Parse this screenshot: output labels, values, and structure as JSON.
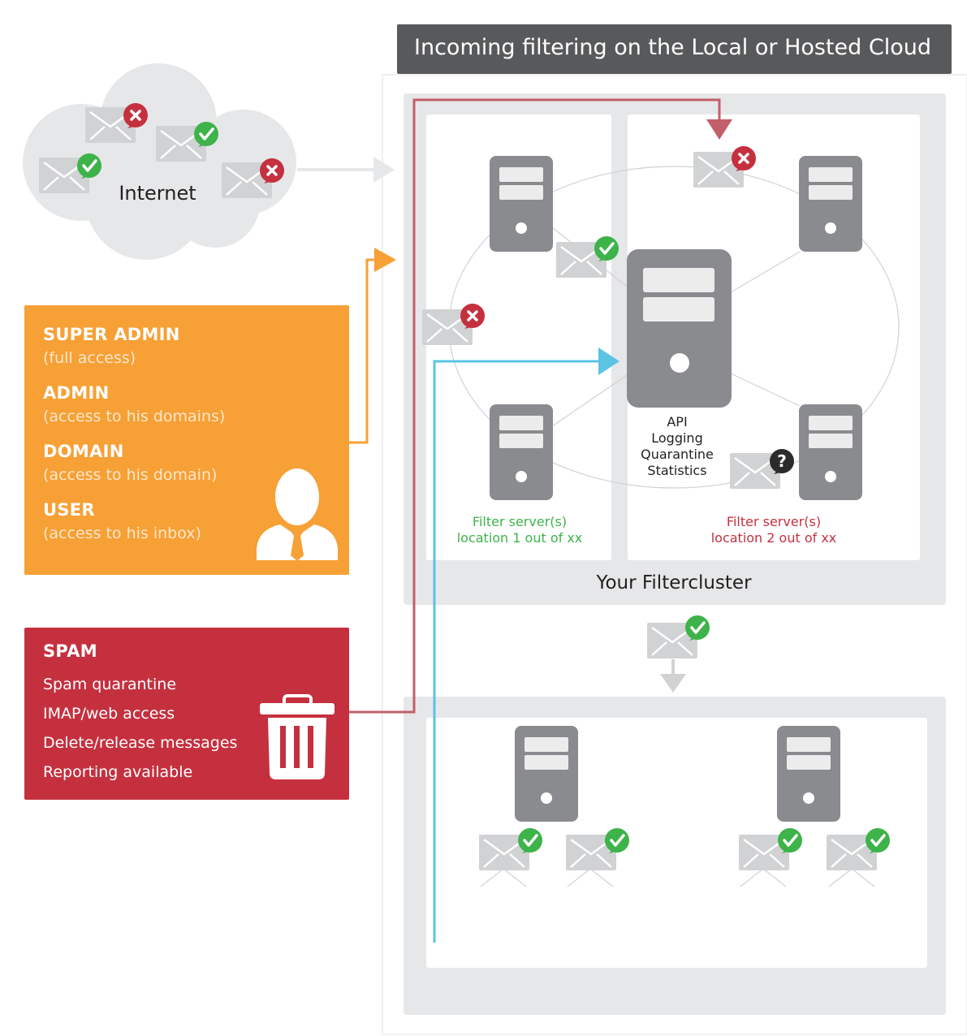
{
  "title": "Incoming filtering on the Local or Hosted Cloud",
  "internet": {
    "label": "Internet"
  },
  "roles": [
    {
      "name": "SUPER ADMIN",
      "desc": "(full access)"
    },
    {
      "name": "ADMIN",
      "desc": "(access to his domains)"
    },
    {
      "name": "DOMAIN",
      "desc": "(access to his domain)"
    },
    {
      "name": "USER",
      "desc": "(access to his inbox)"
    }
  ],
  "spam": {
    "title": "SPAM",
    "items": [
      "Spam quarantine",
      "IMAP/web access",
      "Delete/release messages",
      "Reporting available"
    ]
  },
  "central_server": {
    "lines": [
      "API",
      "Logging",
      "Quarantine",
      "Statistics"
    ]
  },
  "location1": {
    "line1": "Filter server(s)",
    "line2": "location 1 out of xx"
  },
  "location2": {
    "line1": "Filter server(s)",
    "line2": "location 2 out of xx"
  },
  "cluster_label": "Your Filtercluster",
  "colors": {
    "orange": "#f7a035",
    "red": "#c5303f",
    "blue": "#5bc3e4",
    "green": "#3db34a",
    "server": "#8a8b8e",
    "grey_panel": "#e6e7e8",
    "title_bar": "#58595b",
    "line_red": "#c25f6a",
    "location1_text": "#3db34a",
    "location2_text": "#c5303f"
  }
}
